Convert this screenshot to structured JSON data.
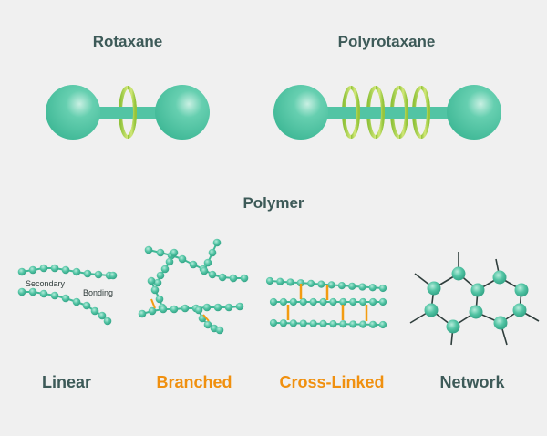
{
  "titles": {
    "rotaxane": "Rotaxane",
    "polyrotaxane": "Polyrotaxane",
    "polymer": "Polymer"
  },
  "linear_notes": {
    "secondary": "Secondary",
    "bonding": "Bonding"
  },
  "categories": {
    "linear": "Linear",
    "branched": "Branched",
    "cross_linked": "Cross-Linked",
    "network": "Network"
  },
  "colors": {
    "title_text": "#3d5a58",
    "bead": "#52c4a4",
    "ring": "#a9cf45",
    "crosslink": "#f39c12",
    "branched_label": "#f0900f",
    "background": "#f0f0f0"
  },
  "ring_counts": {
    "rotaxane": 1,
    "polyrotaxane": 4
  }
}
